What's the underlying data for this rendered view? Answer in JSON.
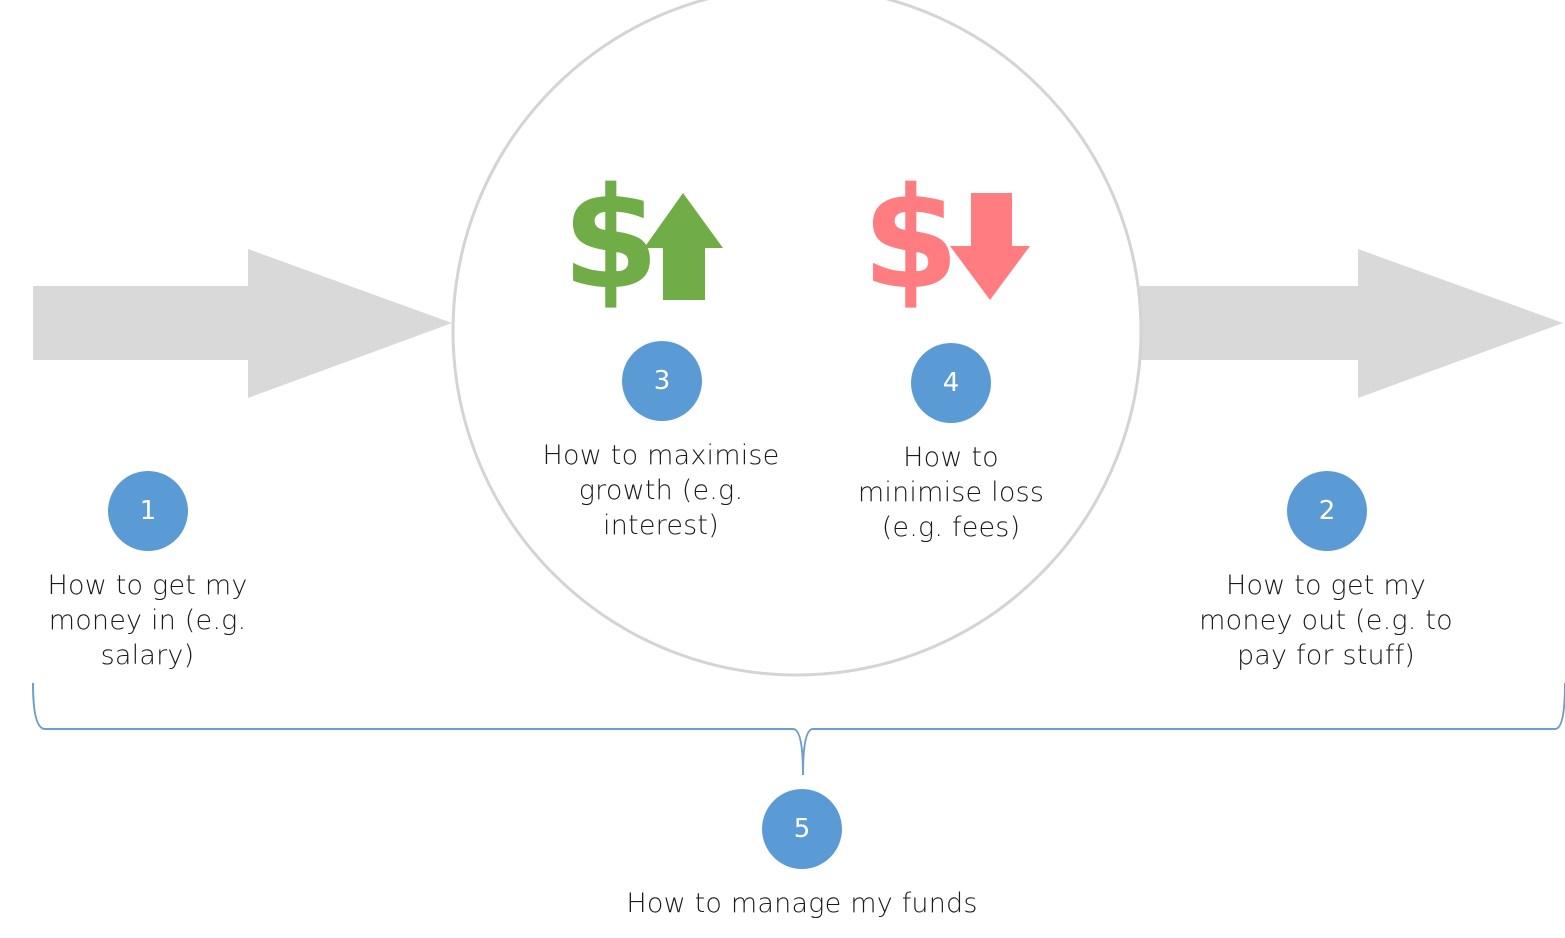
{
  "colors": {
    "badge": "#5b9bd5",
    "growth": "#70ad47",
    "loss": "#ff7c80",
    "arrow": "#d9d9d9",
    "circle_stroke": "#d4d4d4",
    "brace": "#6f9ec9"
  },
  "icons": {
    "growth_currency": "$",
    "loss_currency": "$",
    "growth_arrow": "up-arrow-icon",
    "loss_arrow": "down-arrow-icon",
    "flow_in": "right-arrow-icon",
    "flow_out": "right-arrow-icon"
  },
  "steps": [
    {
      "number": "1",
      "text": "How to get my money in (e.g. salary)"
    },
    {
      "number": "2",
      "text": "How to get my money out (e.g. to pay for stuff)"
    },
    {
      "number": "3",
      "text": "How to maximise growth (e.g. interest)"
    },
    {
      "number": "4",
      "text": "How to minimise loss (e.g. fees)"
    },
    {
      "number": "5",
      "text": "How to manage my funds"
    }
  ]
}
